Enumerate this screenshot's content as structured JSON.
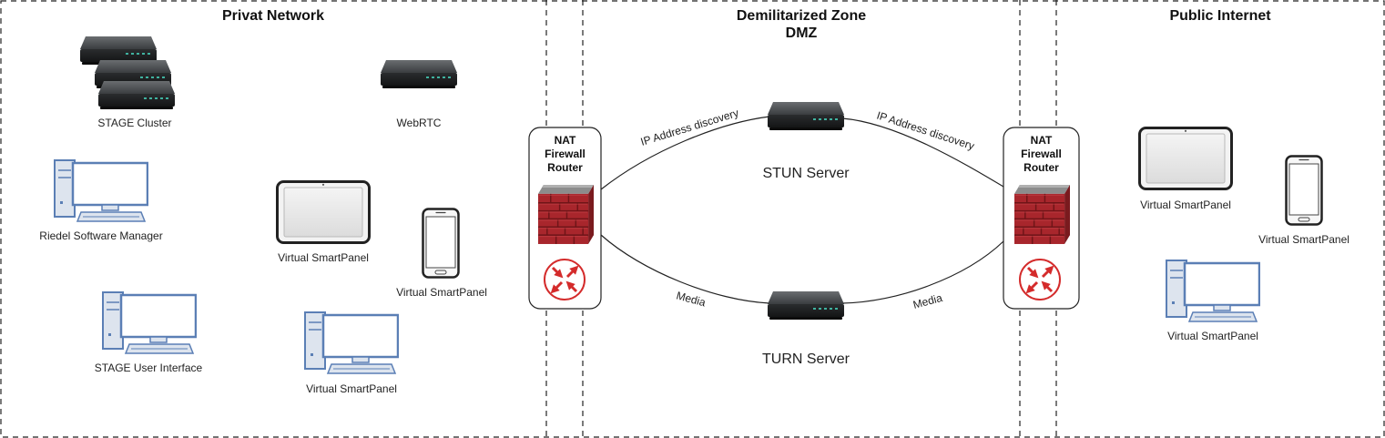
{
  "zones": {
    "private": {
      "title": "Privat Network"
    },
    "dmz": {
      "title_line1": "Demilitarized Zone",
      "title_line2": "DMZ"
    },
    "public": {
      "title": "Public Internet"
    }
  },
  "firewall": {
    "line1": "NAT",
    "line2": "Firewall",
    "line3": "Router"
  },
  "devices": {
    "stage_cluster": "STAGE Cluster",
    "webrtc": "WebRTC",
    "riedel_software_manager": "Riedel Software Manager",
    "private_tablet": "Virtual SmartPanel",
    "private_phone": "Virtual SmartPanel",
    "stage_user_interface": "STAGE User Interface",
    "private_pc_panel": "Virtual SmartPanel",
    "stun_server": "STUN Server",
    "turn_server": "TURN Server",
    "public_tablet": "Virtual SmartPanel",
    "public_phone": "Virtual SmartPanel",
    "public_pc_panel": "Virtual SmartPanel"
  },
  "edges": {
    "ip_discovery_left": "IP Address discovery",
    "ip_discovery_right": "IP Address discovery",
    "media_left": "Media",
    "media_right": "Media"
  },
  "colors": {
    "monitor_stroke": "#5b7fb5",
    "monitor_fill": "#dde4ee",
    "firewall_red": "#a8262c",
    "router_red": "#d42b2b",
    "server_dark": "#2e3133"
  }
}
